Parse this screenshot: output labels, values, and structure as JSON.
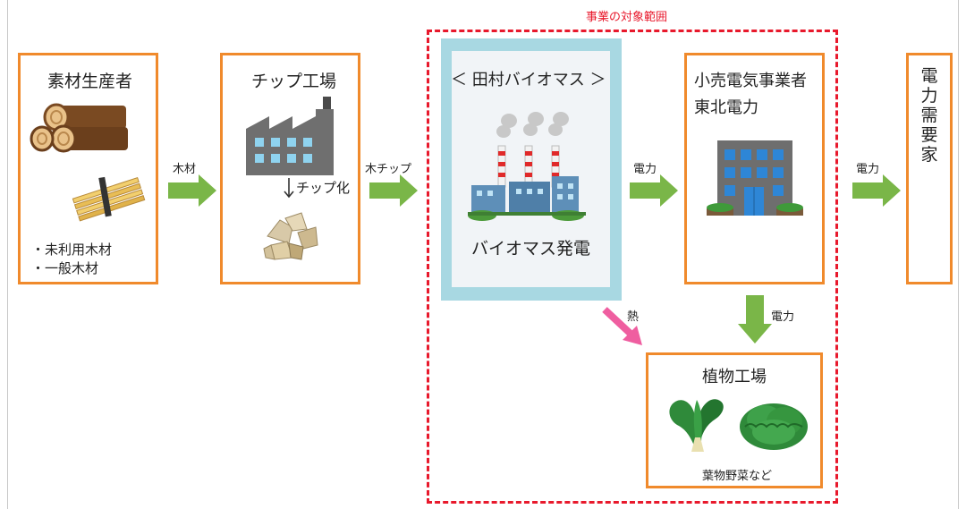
{
  "scope_label": "事業の対象範囲",
  "nodes": {
    "material_producer": {
      "title": "素材生産者",
      "items": [
        "・未利用木材",
        "・一般木材"
      ]
    },
    "chip_factory": {
      "title": "チップ工場",
      "process_label": "チップ化"
    },
    "biomass_plant": {
      "title": "＜ 田村バイオマス ＞",
      "subtitle": "バイオマス発電"
    },
    "retailer": {
      "title_line1": "小売電気事業者",
      "title_line2": "東北電力"
    },
    "plant_factory": {
      "title": "植物工場",
      "caption": "葉物野菜など"
    },
    "consumer": {
      "chars": [
        "電",
        "力",
        "需",
        "要",
        "家"
      ]
    }
  },
  "arrows": {
    "wood": "木材",
    "wood_chip": "木チップ",
    "power_to_retailer": "電力",
    "power_to_consumer": "電力",
    "power_to_plant_factory": "電力",
    "heat": "熱"
  },
  "colors": {
    "box_border": "#f08a2c",
    "arrow": "#7ab648",
    "heat_arrow": "#ef5ea0",
    "scope_border": "#e8192c",
    "plant_frame": "#a8d8e2"
  },
  "icons": [
    "logs-icon",
    "bundled-wood-icon",
    "factory-icon",
    "wood-chips-icon",
    "power-plant-icon",
    "office-building-icon",
    "spinach-icon",
    "lettuce-icon"
  ]
}
